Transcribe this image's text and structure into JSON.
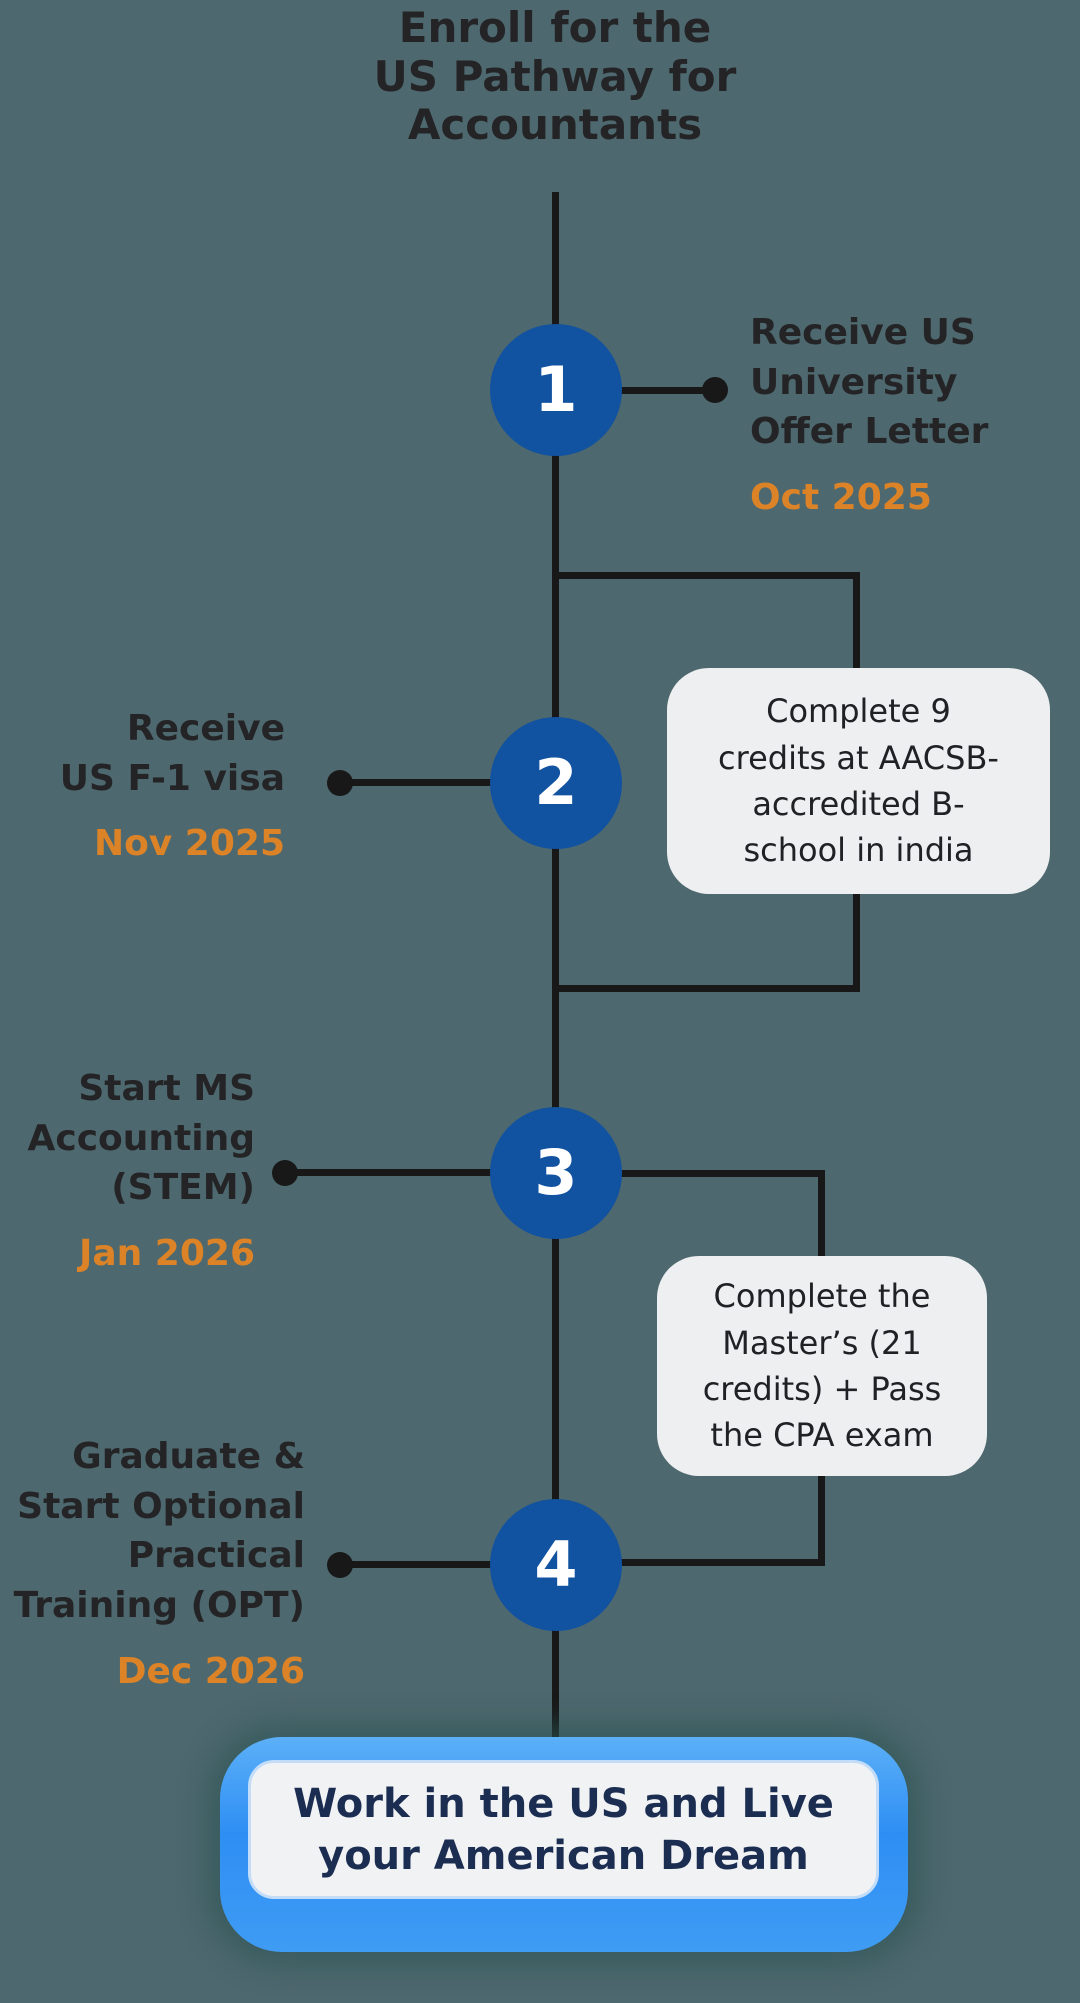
{
  "theme": {
    "background": "#4d686e",
    "line_color": "#181818",
    "circle_blue": "#1152a1",
    "date_orange": "#dd8327",
    "label_color": "#242426",
    "callout_bg": "#edeff1",
    "footer_blue": "#2e8ef3",
    "footer_text_color": "#1c2d52"
  },
  "title": "Enroll for the\nUS Pathway for\nAccountants",
  "steps": [
    {
      "number": "1",
      "label": "Receive US\nUniversity\nOffer Letter",
      "date": "Oct 2025",
      "side": "right"
    },
    {
      "number": "2",
      "label": "Receive\nUS F-1 visa",
      "date": "Nov 2025",
      "side": "left"
    },
    {
      "number": "3",
      "label": "Start MS\nAccounting\n(STEM)",
      "date": "Jan 2026",
      "side": "left"
    },
    {
      "number": "4",
      "label": "Graduate &\nStart Optional\nPractical\nTraining (OPT)",
      "date": "Dec 2026",
      "side": "left"
    }
  ],
  "callouts": [
    {
      "text": "Complete 9\ncredits at AACSB-\naccredited B-\nschool in india"
    },
    {
      "text": "Complete the\nMaster’s (21\ncredits) + Pass\nthe CPA exam"
    }
  ],
  "footer": {
    "text": "Work in the US and Live\nyour American Dream"
  }
}
